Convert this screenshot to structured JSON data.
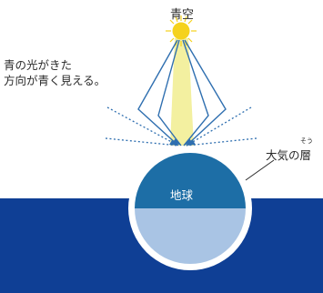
{
  "labels": {
    "sky": "青空",
    "blue_light_line1": "青の光がきた",
    "blue_light_line2": "方向が青く見える。",
    "atmosphere": "大気の層",
    "atmosphere_ruby": "そう",
    "earth": "地球"
  },
  "colors": {
    "sea": "#0f3f95",
    "earth_upper": "#1d6ea6",
    "earth_lower": "#a9c4e4",
    "atmosphere": "#ffffff",
    "sunbeam": "#f3f0a0",
    "sun": "#f5d21c",
    "ray": "#2f6fb0"
  },
  "icons": {
    "sun": "sun-icon"
  }
}
